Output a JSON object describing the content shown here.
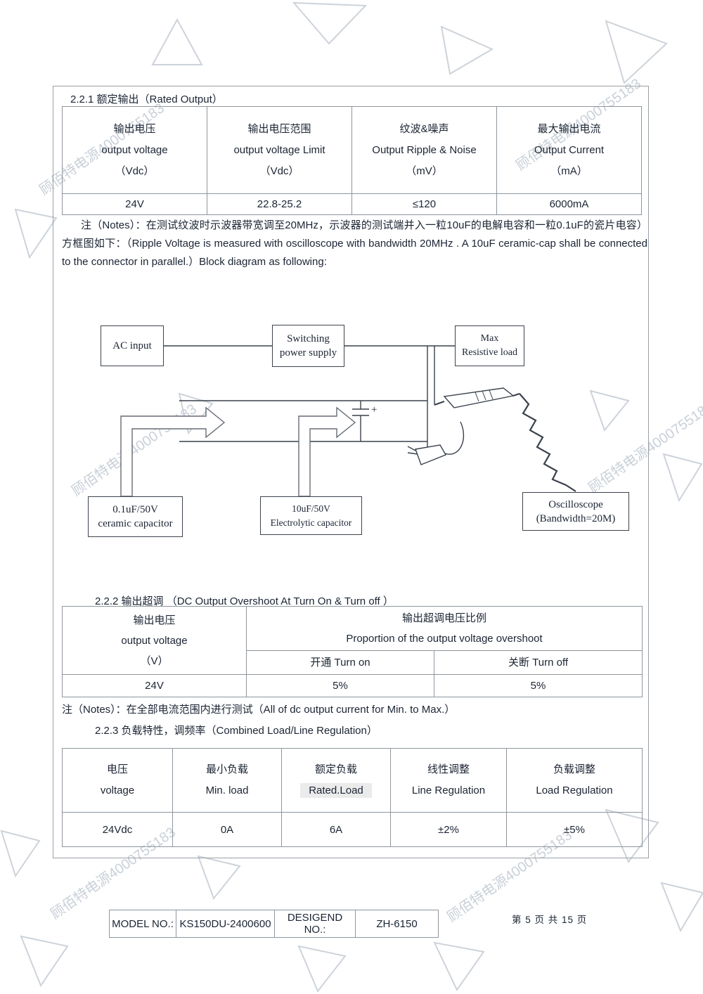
{
  "watermark": {
    "text": "顾佰特电源4000755183"
  },
  "s221": {
    "heading": "2.2.1 额定输出（Rated Output）",
    "table": {
      "headers": [
        {
          "zh": "输出电压",
          "en": "output voltage",
          "unit": "（Vdc）"
        },
        {
          "zh": "输出电压范围",
          "en": "output voltage Limit",
          "unit": "（Vdc）"
        },
        {
          "zh": "纹波&噪声",
          "en": "Output Ripple & Noise",
          "unit": "（mV）"
        },
        {
          "zh": "最大输出电流",
          "en": "Output  Current",
          "unit": "（mA）"
        }
      ],
      "row": [
        "24V",
        "22.8-25.2",
        "≤120",
        "6000mA"
      ]
    },
    "note": "注（Notes）：在测试纹波时示波器带宽调至20MHz，示波器的测试端并入一粒10uF的电解电容和一粒0.1uF的瓷片电容）方框图如下：（Ripple Voltage is measured with oscilloscope with bandwidth 20MHz . A 10uF ceramic-cap shall be connected to the connector in parallel.）Block diagram as following:"
  },
  "diagram": {
    "ac_input": "AC input",
    "switching": [
      "Switching",
      "power supply"
    ],
    "max_load": [
      "Max",
      "Resistive load"
    ],
    "ceramic": [
      "0.1uF/50V",
      "ceramic capacitor"
    ],
    "electrolytic": [
      "10uF/50V",
      "Electrolytic capacitor"
    ],
    "oscilloscope": [
      "Oscilloscope",
      "(Bandwidth=20M)"
    ],
    "plus": "+"
  },
  "s222": {
    "heading": "2.2.2  输出超调 （DC Output Overshoot At Turn On & Turn off ）",
    "table": {
      "col_voltage": {
        "zh": "输出电压",
        "en": "output voltage",
        "unit": "（V）"
      },
      "col_overshoot": {
        "zh": "输出超调电压比例",
        "en": "Proportion of the output voltage overshoot"
      },
      "sub_on": "开通 Turn on",
      "sub_off": "关断 Turn off",
      "row": [
        "24V",
        "5%",
        "5%"
      ]
    },
    "note": "注（Notes）：在全部电流范围内进行测试（All of dc output current for Min. to Max.）"
  },
  "s223": {
    "heading": "2.2.3 负载特性，调频率（Combined Load/Line Regulation）",
    "table": {
      "headers": [
        {
          "zh": "电压",
          "en": "voltage"
        },
        {
          "zh": "最小负载",
          "en": "Min. load"
        },
        {
          "zh": "额定负载",
          "en": "Rated.Load"
        },
        {
          "zh": "线性调整",
          "en": "Line Regulation"
        },
        {
          "zh": "负载调整",
          "en": "Load Regulation"
        }
      ],
      "row": [
        "24Vdc",
        "0A",
        "6A",
        "±2%",
        "±5%"
      ]
    }
  },
  "footer": {
    "model_label": "MODEL NO.:",
    "model_value": "KS150DU-2400600",
    "design_label": "DESIGEND NO.:",
    "design_value": "ZH-6150",
    "page_info": "第 5 页 共 15 页"
  }
}
